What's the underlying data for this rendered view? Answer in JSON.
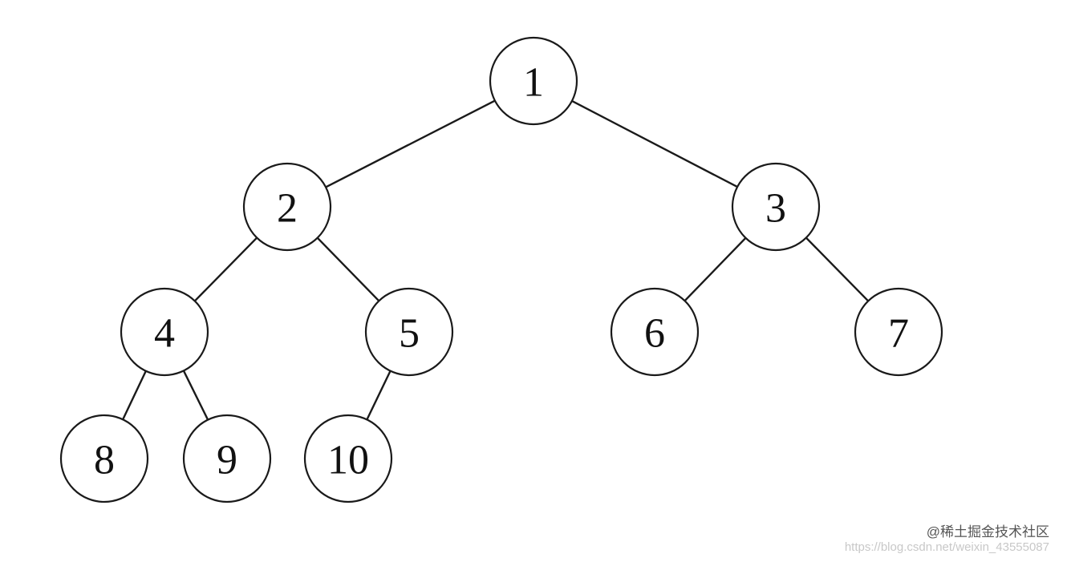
{
  "diagram": {
    "type": "binary-tree",
    "nodes": [
      {
        "id": "1",
        "label": "1"
      },
      {
        "id": "2",
        "label": "2"
      },
      {
        "id": "3",
        "label": "3"
      },
      {
        "id": "4",
        "label": "4"
      },
      {
        "id": "5",
        "label": "5"
      },
      {
        "id": "6",
        "label": "6"
      },
      {
        "id": "7",
        "label": "7"
      },
      {
        "id": "8",
        "label": "8"
      },
      {
        "id": "9",
        "label": "9"
      },
      {
        "id": "10",
        "label": "10"
      }
    ],
    "edges": [
      {
        "from": "1",
        "to": "2"
      },
      {
        "from": "1",
        "to": "3"
      },
      {
        "from": "2",
        "to": "4"
      },
      {
        "from": "2",
        "to": "5"
      },
      {
        "from": "3",
        "to": "6"
      },
      {
        "from": "3",
        "to": "7"
      },
      {
        "from": "4",
        "to": "8"
      },
      {
        "from": "4",
        "to": "9"
      },
      {
        "from": "5",
        "to": "10"
      }
    ]
  },
  "watermark": {
    "line1": "@稀土掘金技术社区",
    "line2": "https://blog.csdn.net/weixin_43555087"
  }
}
